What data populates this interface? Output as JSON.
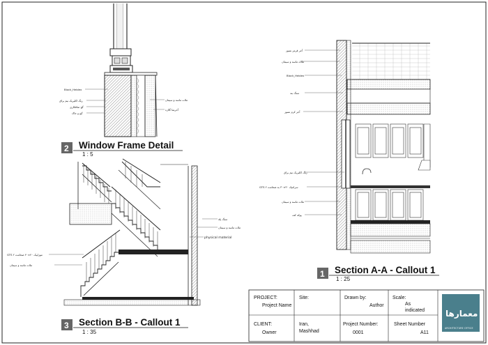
{
  "window_detail": {
    "number": "2",
    "title": "Window Frame Detail",
    "scale": "1 : 5",
    "labels": {
      "block": "Block_Heblex",
      "paint": "رنگ اکلیریک نیم براق",
      "l3": "گچ صافکاری",
      "l4": "گچ و خاک",
      "r1": "ملات ماسه و سیمان",
      "r2": "آجرنما گلازه"
    }
  },
  "section_bb": {
    "number": "3",
    "title": "Section B-B - Callout 1",
    "scale": "1 : 35",
    "labels": {
      "stone": "سنگ پله",
      "mortar": "ملات ماسه و سیمان",
      "physical": "physical material",
      "ceramic": "GTS موزاییک ۴۰×۴۰ ضخامت ۲",
      "mortar2": "ملات ماسه و سیمان"
    }
  },
  "section_aa": {
    "number": "1",
    "title": "Section A-A - Callout 1",
    "scale": "1 : 25",
    "labels": {
      "l1": "آجر قرمز نسوز",
      "l2": "ملات ماسه و سیمان",
      "block": "Block_Heblex",
      "stone": "سنگ بند",
      "l5": "آجر کرم نسوز",
      "paint": "رنگ اکلیریک نیم براق",
      "ceramic": "GTS سرامیک ۳۰×۳۰ به ضخامت ۲",
      "mortar": "ملات ماسه و سیمان",
      "l9": "پوکه کف"
    }
  },
  "title_block": {
    "project_label": "PROJECT:",
    "project_value": "Project Name",
    "site_label": "Site:",
    "site_value_1": "Iran,",
    "site_value_2": "Mashhad",
    "drawn_label": "Drawn by:",
    "drawn_value": "Author",
    "scale_label": "Scale:",
    "scale_value_1": "As",
    "scale_value_2": "indicated",
    "client_label": "CLIENT:",
    "client_value": "Owner",
    "projnum_label": "Project Number:",
    "projnum_value": "0001",
    "sheet_label": "Sheet Number",
    "sheet_value": "A11",
    "logo_text": "معمارها",
    "logo_sub": "ARCHITECTURE OFFICE"
  }
}
